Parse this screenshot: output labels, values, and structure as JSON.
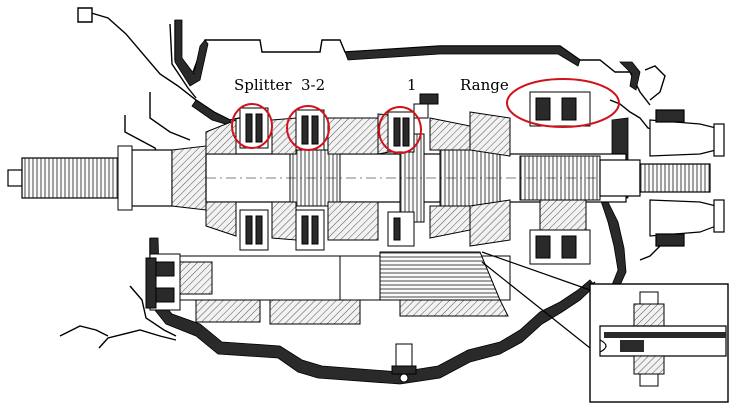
{
  "labels": {
    "splitter": "Splitter",
    "three_two": "3-2",
    "one": "1",
    "range": "Range"
  },
  "colors": {
    "outline": "#000000",
    "housing": "#2a2a2a",
    "section_fill": "#ececec",
    "gear_fill": "#d9d9d9",
    "highlight": "#d0121b",
    "background": "#ffffff"
  },
  "icons": {
    "gearbox": "transmission-cross-section",
    "detail": "synchronizer-detail-inset"
  }
}
